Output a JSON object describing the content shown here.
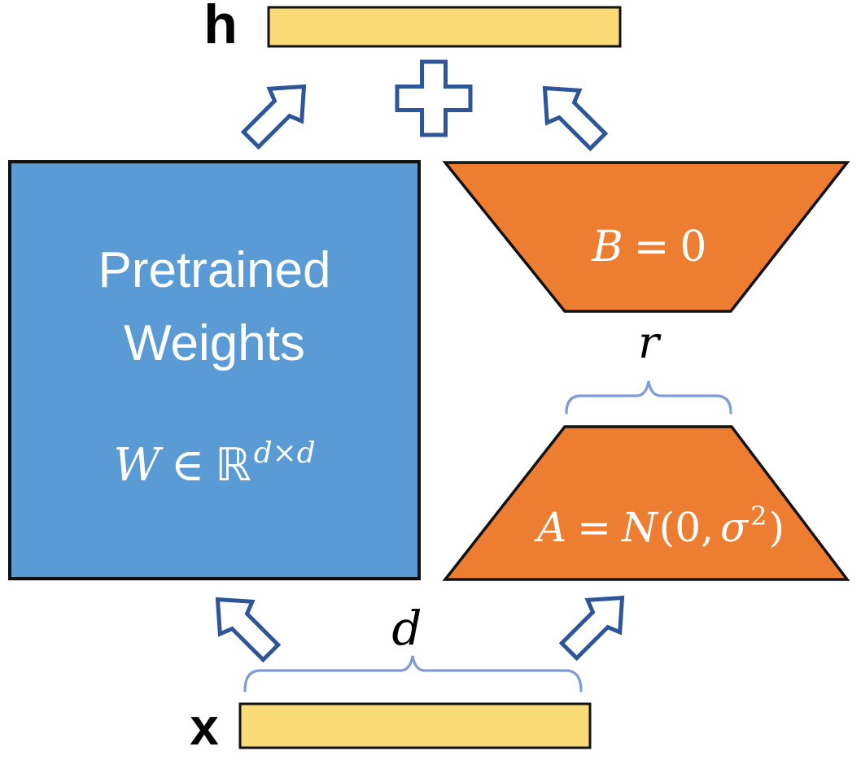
{
  "diagram": {
    "output_vector_label": "h",
    "input_vector_label": "x",
    "rank_dim_label": "r",
    "input_dim_label": "d",
    "pretrained_block": {
      "title": "Pretrained Weights",
      "formula": {
        "var": "W",
        "element_of": "∈",
        "set": "ℝ",
        "superscript": "d×d"
      }
    },
    "b_block": {
      "var": "B",
      "equals": "=",
      "value": "0"
    },
    "a_block": {
      "var": "A",
      "equals": "=",
      "distribution": "N",
      "args_open": "(0,",
      "sigma": "σ",
      "exponent": "2",
      "args_close": ")"
    }
  },
  "icons": {
    "plus_operator": "plus-icon",
    "arrow_pretrained_to_output": "block-arrow-up-right-icon",
    "arrow_b_to_output": "block-arrow-up-left-icon",
    "arrow_input_to_pretrained": "block-arrow-up-left-icon",
    "arrow_input_to_a": "block-arrow-up-right-icon",
    "rank_brace": "curly-brace-icon",
    "dim_brace": "curly-brace-icon"
  },
  "colors": {
    "pretrained_fill": "#5B9BD5",
    "adapter_fill": "#ED7D31",
    "vector_fill": "#FBDB78",
    "shape_border": "#111111",
    "arrow_stroke": "#2E5597",
    "brace_stroke": "#7E9CD9",
    "shape_text": "#FFFFFF",
    "label_text": "#000000",
    "background": "#FFFFFF"
  }
}
